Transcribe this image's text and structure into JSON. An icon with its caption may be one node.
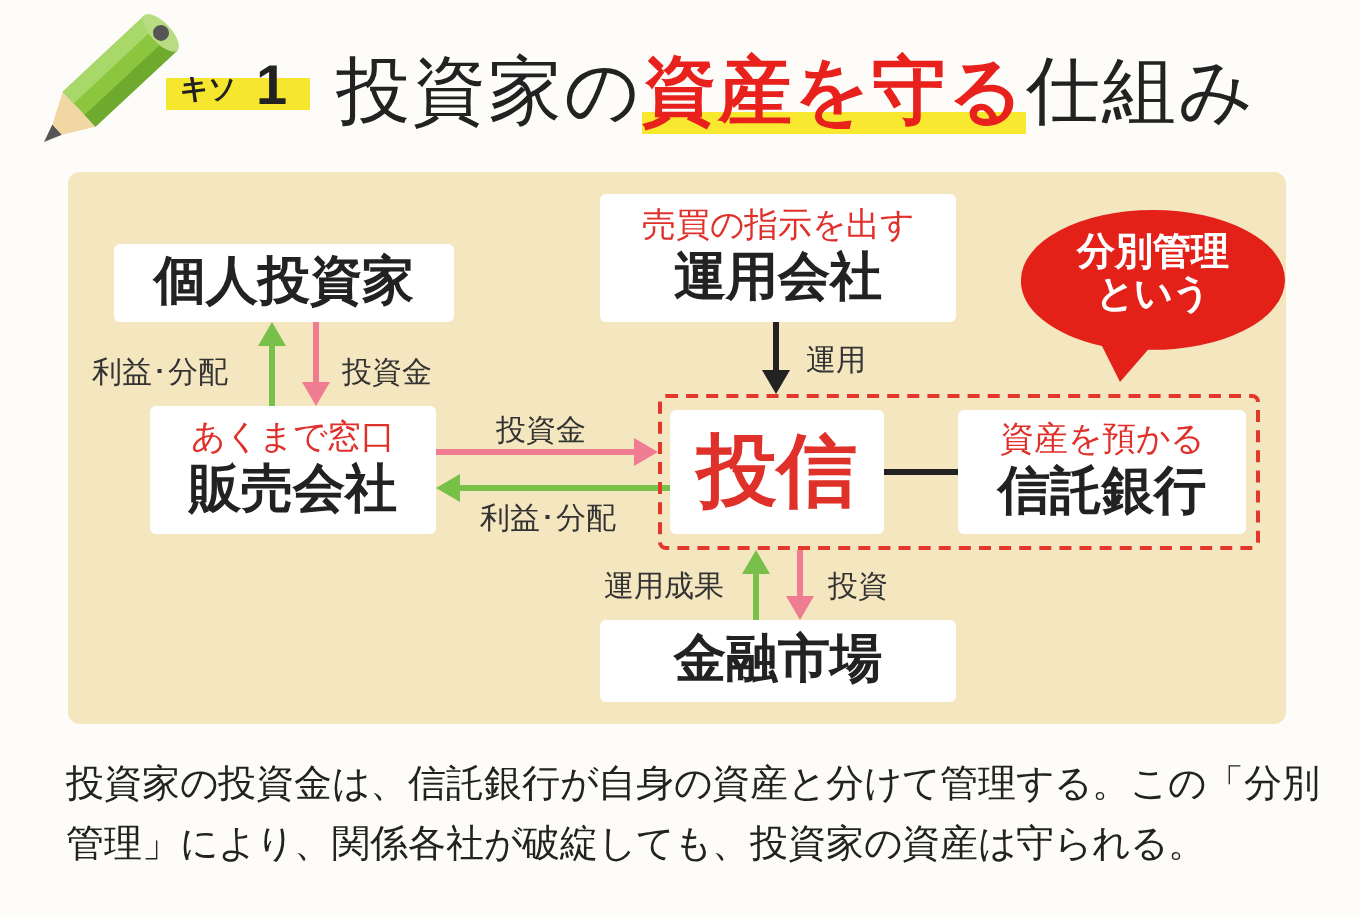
{
  "diagram": {
    "title": "投資家の**資産を守る**仕組み",
    "caption": "投資家の投資金は、信託銀行が自身の資産と分けて管理する。この「分別管理」により、関係各社が破綻しても、投資家の資産は守られる。",
    "nodes": [
      {
        "text": [
          "個人投資家"
        ]
      },
      {
        "text": [
          "売買の指示を出す",
          "運用会社"
        ]
      },
      {
        "text": [
          "分別管理という"
        ]
      },
      {
        "text": [
          "あくまで窓口",
          "販売会社"
        ]
      },
      {
        "text": [],
        "shape": "box"
      },
      {
        "text": [
          "投信"
        ],
        "in": 4
      },
      {
        "text": [
          "資産を預かる",
          "信託銀行"
        ],
        "in": 4
      },
      {
        "text": [
          "金融市場"
        ]
      }
    ],
    "edges": [
      {
        "from": 3,
        "to": 0,
        "arrow": "to",
        "label": "利益･分配",
        "color": "#78c04a"
      },
      {
        "from": 0,
        "to": 3,
        "arrow": "to",
        "label": "投資金",
        "color": "#f07c92"
      },
      {
        "from": 3,
        "to": 4,
        "arrow": "to",
        "label": "投資金",
        "color": "#f07c92"
      },
      {
        "from": 5,
        "to": 3,
        "arrow": "to",
        "label": "利益･分配",
        "color": "#78c04a"
      },
      {
        "from": 1,
        "to": 4,
        "arrow": "to",
        "label": "運用",
        "color": "#222222"
      },
      {
        "from": 5,
        "to": 6,
        "arrow": "none",
        "color": "#222222"
      },
      {
        "from": 7,
        "to": 4,
        "arrow": "to",
        "label": "運用成果",
        "color": "#78c04a"
      },
      {
        "from": 4,
        "to": 7,
        "arrow": "to",
        "label": "投資",
        "color": "#f07c92"
      }
    ],
    "labels": [
      "キソ",
      "1"
    ]
  }
}
